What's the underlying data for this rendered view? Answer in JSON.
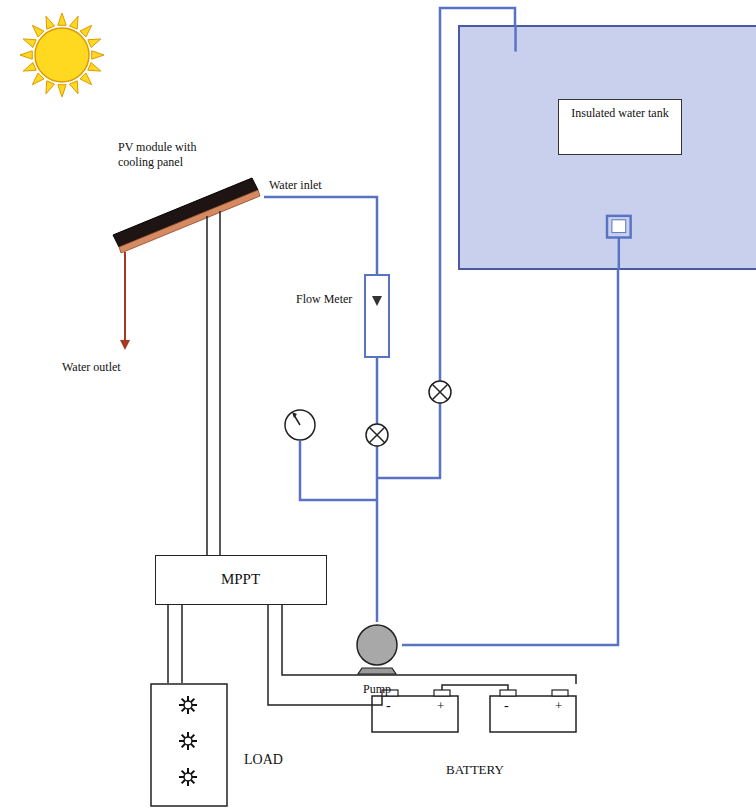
{
  "diagram": {
    "nodes": [
      {
        "text": [
          "PV module with cooling panel"
        ]
      },
      {
        "text": [
          "Insulated water tank"
        ]
      },
      {
        "text": [
          "Flow Meter"
        ]
      },
      {
        "text": [
          "MPPT"
        ]
      },
      {
        "text": [
          "LOAD"
        ]
      },
      {
        "text": [
          "BATTERY"
        ]
      },
      {
        "text": [
          "Pump"
        ]
      }
    ],
    "edges": [
      {
        "from": 0,
        "to": 3,
        "arrow": "none"
      },
      {
        "from": 3,
        "to": 4,
        "arrow": "none"
      },
      {
        "from": 3,
        "to": 5,
        "arrow": "none"
      },
      {
        "from": 6,
        "to": 2,
        "arrow": "none"
      },
      {
        "from": 2,
        "to": 0,
        "label": "Water inlet",
        "arrow": "none"
      },
      {
        "from": 1,
        "to": 6,
        "arrow": "none"
      }
    ],
    "labels": [
      "Water outlet",
      "-",
      "+",
      "-",
      "+"
    ]
  }
}
